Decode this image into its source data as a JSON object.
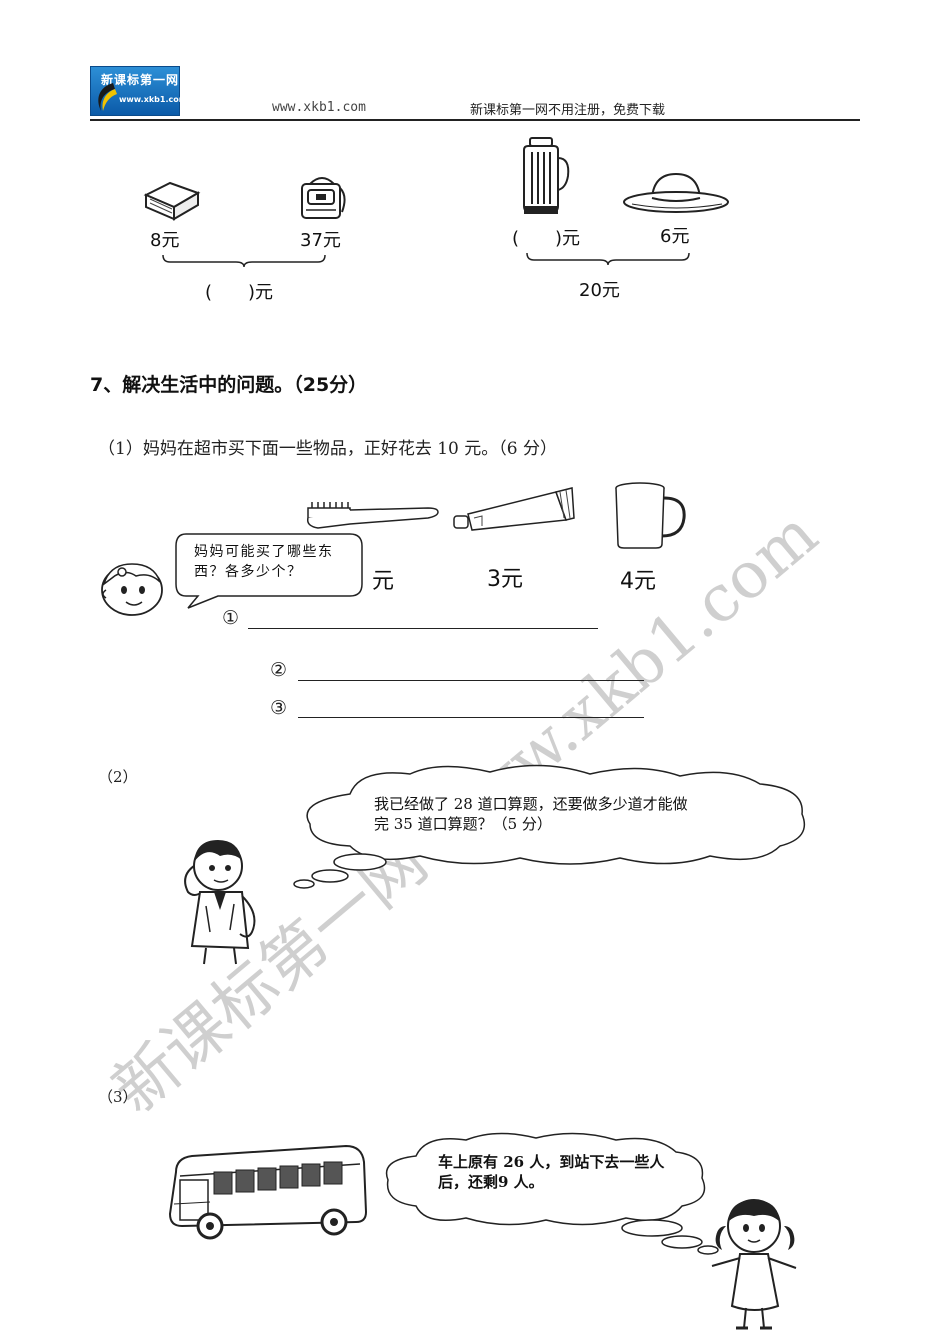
{
  "header": {
    "logo_text": "新课标第一网",
    "logo_url": "www.xkb1.com",
    "url": "www.xkb1.com",
    "note": "新课标第一网不用注册，免费下载"
  },
  "problem6": {
    "left": {
      "item1_price": "8元",
      "item2_price": "37元",
      "total": "(　　)元"
    },
    "right": {
      "item1_price": "(　　)元",
      "item2_price": "6元",
      "total": "20元"
    }
  },
  "section7": {
    "title": "7、解决生活中的问题。（25分）",
    "q1": {
      "text": "（1）妈妈在超市买下面一些物品，正好花去 10 元。（6 分）",
      "prices": [
        "元",
        "3元",
        "4元"
      ],
      "speech": "妈妈可能买了哪些东西？各多少个？",
      "answers": [
        "①",
        "②",
        "③"
      ]
    },
    "q2": {
      "label": "（2）",
      "thought": "我已经做了 28 道口算题，还要做多少道才能做完 35 道口算题？（5 分）"
    },
    "q3": {
      "label": "（3）",
      "thought": "车上原有 26 人，到站下去一些人后，还剩9 人。"
    }
  },
  "watermark": "新课标第一网 www.xkb1.com"
}
